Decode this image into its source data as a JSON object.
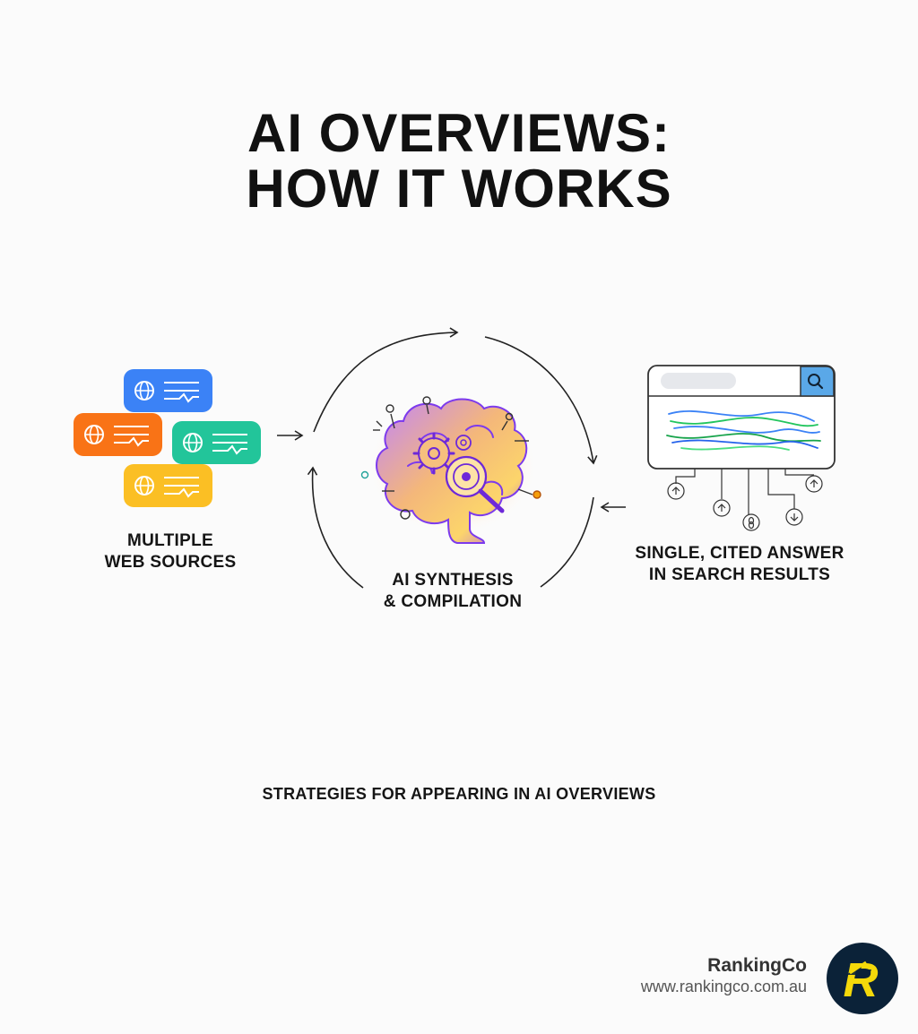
{
  "title": {
    "line1": "AI OVERVIEWS:",
    "line2": "HOW IT WORKS"
  },
  "stages": {
    "sources": {
      "line1": "MULTIPLE",
      "line2": "WEB SOURCES",
      "icon": "web-source-cards-icon"
    },
    "synthesis": {
      "line1": "AI SYNTHESIS",
      "line2": "& COMPILATION",
      "icon": "brain-gears-icon"
    },
    "answer": {
      "line1": "SINGLE, CITED ANSWER",
      "line2": "IN SEARCH RESULTS",
      "icon": "search-results-icon"
    }
  },
  "footer_heading": "STRATEGIES FOR APPEARING IN AI OVERVIEWS",
  "brand": {
    "name": "RankingCo",
    "url": "www.rankingco.com.au",
    "logo_letter": "R"
  },
  "colors": {
    "blue": "#3b82f6",
    "orange": "#f97316",
    "green": "#22c59a",
    "yellow": "#fbbf24",
    "brain_purple": "#a855f7",
    "logo_bg": "#0b2238",
    "logo_yellow": "#f5d90a"
  }
}
